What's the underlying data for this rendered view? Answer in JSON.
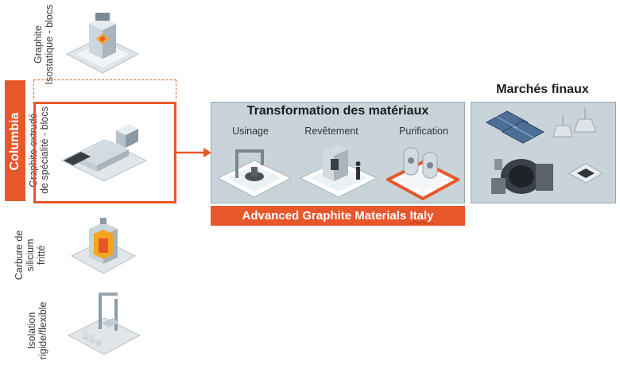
{
  "colors": {
    "accent": "#e8572a",
    "panel": "#c8d3da",
    "panel_border": "#9aa6ad",
    "text": "#3a3a3a"
  },
  "columbia": {
    "label": "Columbia"
  },
  "sources": [
    {
      "id": "isostatic",
      "line1": "Graphite",
      "line2": "Isostatique - blocs",
      "icon": "isostatic-press-icon"
    },
    {
      "id": "extruded",
      "line1": "Graphite extrudé",
      "line2": "de spécialité - blocs",
      "icon": "extrusion-line-icon"
    },
    {
      "id": "sic",
      "line1": "Carbure de",
      "line2": "silicium",
      "line3": "fritté",
      "icon": "sintering-furnace-icon"
    },
    {
      "id": "insulation",
      "line1": "Isolation",
      "line2": "rigide/flexible",
      "icon": "insulation-machine-icon"
    }
  ],
  "transformation": {
    "title": "Transformation des matériaux",
    "steps": [
      {
        "label": "Usinage",
        "icon": "machining-icon"
      },
      {
        "label": "Revêtement",
        "icon": "coating-icon"
      },
      {
        "label": "Purification",
        "icon": "purification-icon"
      }
    ]
  },
  "agm": {
    "prefix": "Advanced Graphite Materials ",
    "underlined": "Italy"
  },
  "markets": {
    "title": "Marchés finaux",
    "icons": [
      "solar-panels-icon",
      "lamps-icon",
      "furnace-icon",
      "chip-icon"
    ]
  }
}
